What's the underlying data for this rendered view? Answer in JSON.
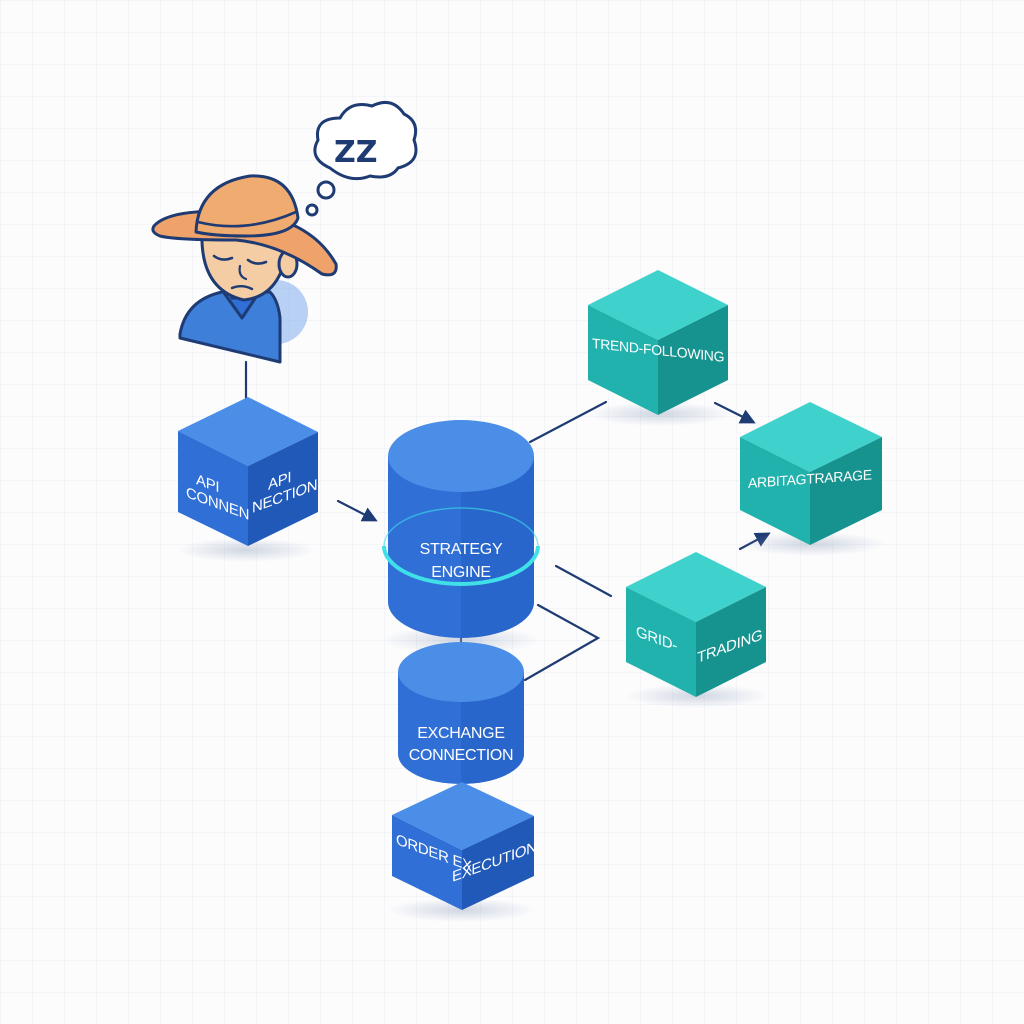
{
  "diagram": {
    "thought_bubble_text": "ZZ",
    "colors": {
      "blue_front": "#2f6fd6",
      "blue_side": "#2159b8",
      "blue_top": "#4b8ee8",
      "teal_front": "#21b2ad",
      "teal_side": "#17938f",
      "teal_top": "#3fd1cb",
      "connector": "#1f3b73",
      "glow_ring": "#3fe0e8"
    },
    "nodes": {
      "api_connection": {
        "left": "API",
        "right": "API",
        "left2": "CONNEN",
        "right2": "NECTION"
      },
      "strategy_engine": {
        "line1": "STRATEGY",
        "line2": "ENGINE"
      },
      "exchange_connection": {
        "line1": "EXCHANGE",
        "line2": "CONNECTION"
      },
      "order_execution": {
        "left": "ORDER EX",
        "right": "EXECUTION"
      },
      "trend_following": {
        "text": "TREND-FOLLOWING"
      },
      "arbitrage": {
        "text": "ARBITAGTRARAGE"
      },
      "grid_trading": {
        "left": "GRID-",
        "right": "TRADING"
      }
    }
  }
}
